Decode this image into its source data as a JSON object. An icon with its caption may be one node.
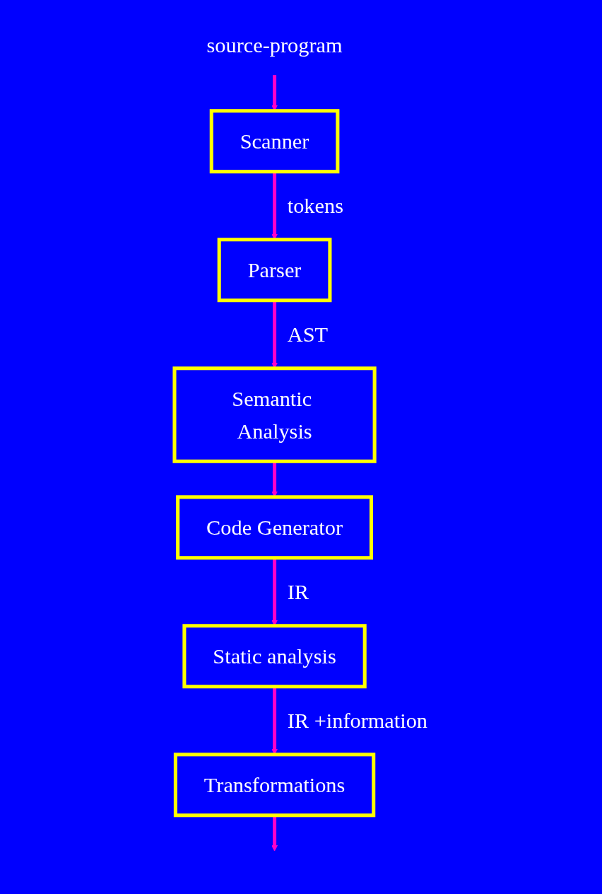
{
  "diagram": {
    "nodes": [
      {
        "text": [
          "source-program"
        ]
      },
      {
        "text": [
          "Scanner"
        ]
      },
      {
        "text": [
          "Parser"
        ]
      },
      {
        "text": [
          "Semantic Analysis"
        ]
      },
      {
        "text": [
          "Code Generator"
        ]
      },
      {
        "text": [
          "Static analysis"
        ]
      },
      {
        "text": [
          "Transformations"
        ]
      }
    ],
    "edges": [
      {
        "from": 0,
        "to": 1,
        "arrow": "to"
      },
      {
        "from": 1,
        "to": 2,
        "arrow": "to",
        "label": "tokens"
      },
      {
        "from": 2,
        "to": 3,
        "arrow": "to",
        "label": "AST"
      },
      {
        "from": 3,
        "to": 4,
        "arrow": "to"
      },
      {
        "from": 4,
        "to": 5,
        "arrow": "to",
        "label": "IR"
      },
      {
        "from": 5,
        "to": 6,
        "arrow": "to",
        "label": "IR +information"
      },
      {
        "from": 6,
        "to": null,
        "arrow": "to"
      }
    ]
  }
}
